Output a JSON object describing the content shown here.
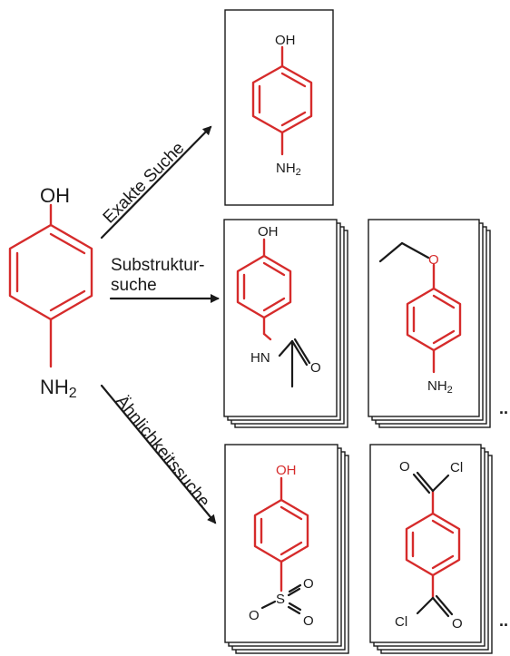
{
  "query": {
    "oh": "OH",
    "nh": "NH",
    "sub": "2"
  },
  "arrows": {
    "exact": "Exakte Suche",
    "substructure_line1": "Substruktur-",
    "substructure_line2": "suche",
    "similarity": "Ähnlichkeitssuche"
  },
  "results": {
    "exact": {
      "oh": "OH",
      "nh": "NH",
      "sub": "2"
    },
    "substructure_1": {
      "oh": "OH",
      "hn": "HN",
      "o": "O"
    },
    "substructure_2": {
      "o": "O",
      "nh": "NH",
      "sub": "2"
    },
    "similarity_1": {
      "oh": "OH",
      "o_left": "O",
      "s": "S",
      "o_right": "O",
      "o_bottom": "O"
    },
    "similarity_2": {
      "o_top": "O",
      "cl_top": "Cl",
      "cl_bottom": "Cl",
      "o_bottom": "O"
    },
    "more_indicator": ".."
  },
  "colors": {
    "highlight": "#d62b2b",
    "ink": "#1a1a1a"
  }
}
